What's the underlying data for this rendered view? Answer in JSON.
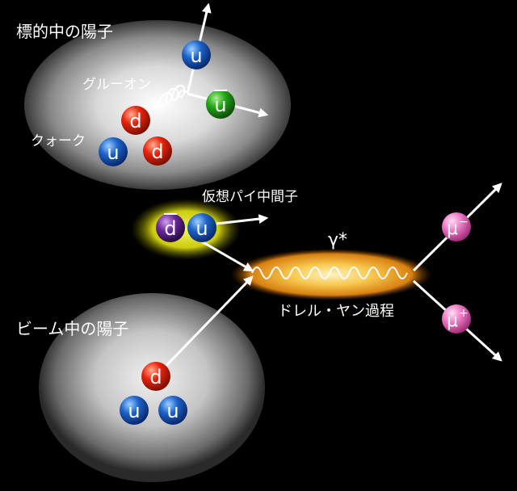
{
  "labels": {
    "target_proton": "標的中の陽子",
    "gluon": "グルーオン",
    "quark": "クォーク",
    "virtual_pion": "仮想パイ中間子",
    "photon": "γ*",
    "drell_yan": "ドレル・ヤン過程",
    "beam_proton": "ビーム中の陽子"
  },
  "particles": {
    "u": "u",
    "d": "d",
    "ubar": "u",
    "dbar": "d",
    "mu_minus": "μ",
    "mu_minus_sign": "−",
    "mu_plus": "μ",
    "mu_plus_sign": "+"
  },
  "colors": {
    "up_quark": "#1d63c8",
    "down_quark": "#e8240e",
    "anti_up_quark": "#25a618",
    "anti_down_quark": "#6a2a9a",
    "muon": "#f07cc8",
    "pion_glow": "#d8d81a",
    "photon_glow": "#f0a020"
  }
}
